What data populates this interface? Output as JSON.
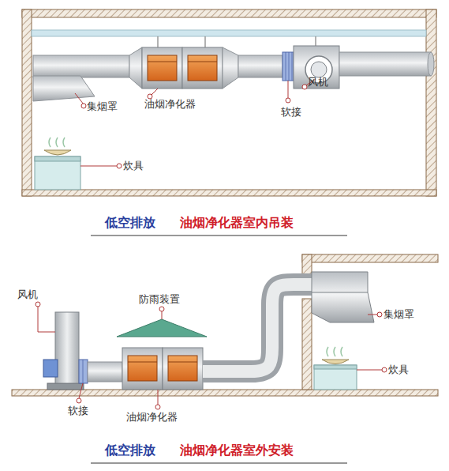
{
  "diagram": {
    "labels": [
      "集烟罩",
      "油烟净化器",
      "软接",
      "风机",
      "炊具",
      "低空排放",
      "油烟净化器室内吊装",
      "风机",
      "防雨装置",
      "集烟罩",
      "炊具",
      "软接",
      "油烟净化器",
      "低空排放",
      "油烟净化器室外安装"
    ]
  }
}
